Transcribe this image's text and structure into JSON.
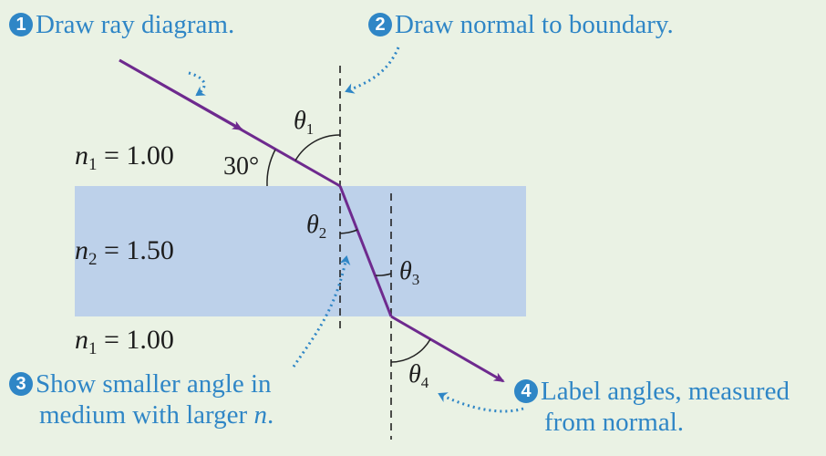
{
  "colors": {
    "background": "#eaf2e4",
    "medium_fill": "#bdd1ea",
    "ray": "#6e2a8e",
    "annotation": "#2f86c6",
    "text": "#1d1d1d"
  },
  "steps": [
    {
      "number": "1",
      "text": "Draw ray diagram."
    },
    {
      "number": "2",
      "text": "Draw normal to boundary."
    },
    {
      "number": "3",
      "line1": "Show smaller angle in",
      "line2_prefix": "medium with larger ",
      "line2_italic": "n",
      "line2_suffix": "."
    },
    {
      "number": "4",
      "line1": "Label angles, measured",
      "line2": "from normal."
    }
  ],
  "media": {
    "top": {
      "symbol": "n",
      "subscript": "1",
      "value": "= 1.00"
    },
    "middle": {
      "symbol": "n",
      "subscript": "2",
      "value": "= 1.50"
    },
    "bottom": {
      "symbol": "n",
      "subscript": "1",
      "value": "= 1.00"
    }
  },
  "angles": {
    "theta1": {
      "symbol": "θ",
      "subscript": "1"
    },
    "theta2": {
      "symbol": "θ",
      "subscript": "2"
    },
    "theta3": {
      "symbol": "θ",
      "subscript": "3"
    },
    "theta4": {
      "symbol": "θ",
      "subscript": "4"
    },
    "incidence_label": "30°"
  }
}
